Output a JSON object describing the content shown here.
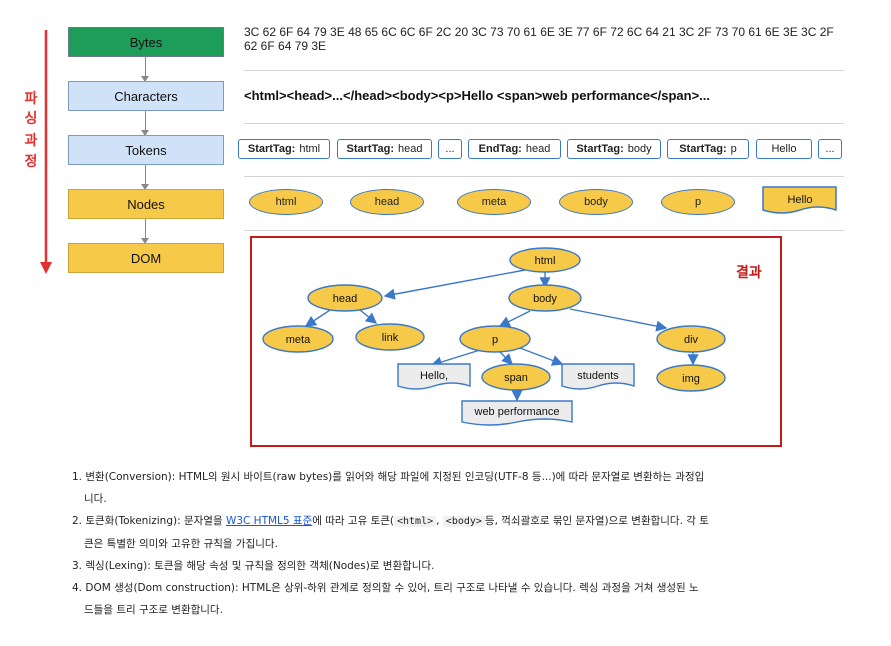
{
  "pipeline": {
    "stages": [
      "Bytes",
      "Characters",
      "Tokens",
      "Nodes",
      "DOM"
    ],
    "side_label": [
      "파",
      "싱",
      "과",
      "정"
    ],
    "colors": {
      "bytes": "#1e9c59",
      "blue": "#cfe2f7",
      "yellow": "#f7c948",
      "arrow": "#e53030"
    }
  },
  "rows": {
    "bytes_hex": "3C 62 6F 64 79 3E 48 65 6C 6C 6F 2C 20 3C 73 70 61 6E 3E 77 6F 72 6C 64 21 3C 2F 73 70 61 6E 3E 3C 2F 62 6F 64 79 3E",
    "characters": "<html><head>...</head><body><p>Hello <span>web performance</span>...",
    "tokens": [
      {
        "tag": "StartTag:",
        "name": "html"
      },
      {
        "tag": "StartTag:",
        "name": "head"
      },
      {
        "tag": "",
        "name": "..."
      },
      {
        "tag": "EndTag:",
        "name": "head"
      },
      {
        "tag": "StartTag:",
        "name": "body"
      },
      {
        "tag": "StartTag:",
        "name": "p"
      },
      {
        "tag": "",
        "name": "Hello"
      },
      {
        "tag": "",
        "name": "..."
      }
    ],
    "nodes": [
      "html",
      "head",
      "meta",
      "body",
      "p",
      "Hello"
    ]
  },
  "result": {
    "label": "결과",
    "tree": {
      "html": "html",
      "head": "head",
      "body": "body",
      "meta": "meta",
      "link": "link",
      "p": "p",
      "div": "div",
      "hello": "Hello,",
      "span": "span",
      "students": "students",
      "img": "img",
      "web": "web performance"
    },
    "colors": {
      "border": "#c41a1a",
      "node": "#f7c948",
      "edge": "#3a78c8"
    }
  },
  "notes": [
    {
      "num": "1.",
      "line1": "변환(Conversion): HTML의 원시 바이트(raw bytes)를 읽어와 해당 파일에 지정된 인코딩(UTF-8 등...)에 따라 문자열로 변환하는 과정입",
      "line2": "니다."
    },
    {
      "num": "2.",
      "pre": "토큰화(Tokenizing): 문자열을 ",
      "link": "W3C HTML5 표준",
      "mid": "에 따라 고유 토큰(",
      "code1": "<html>",
      "sep": ", ",
      "code2": "<body>",
      "post": "등, 꺽쇠괄호로 묶인 문자열)으로 변환합니다. 각 토",
      "line2": "큰은 특별한 의미와 고유한 규칙을 가집니다."
    },
    {
      "num": "3.",
      "line1": "렉싱(Lexing): 토큰을 해당 속성 및 규칙을 정의한 객체(Nodes)로 변환합니다."
    },
    {
      "num": "4.",
      "line1": "DOM 생성(Dom construction): HTML은 상위-하위 관계로 정의할 수 있어, 트리 구조로 나타낼 수 있습니다. 렉싱 과정을 거쳐 생성된 노",
      "line2": "드들을 트리 구조로 변환합니다."
    }
  ]
}
